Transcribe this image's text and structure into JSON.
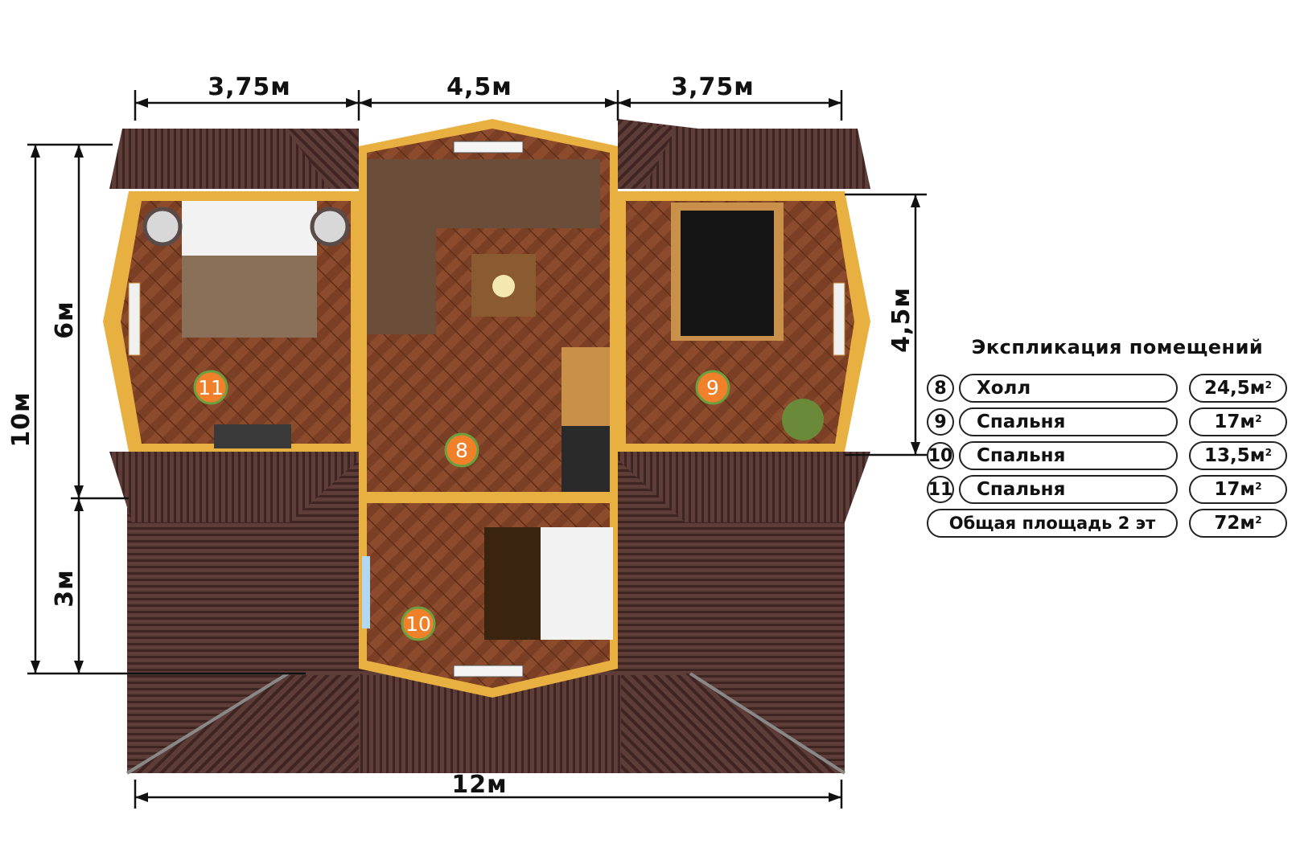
{
  "dimensions": {
    "top_left": "3,75м",
    "top_middle": "4,5м",
    "top_right": "3,75м",
    "bottom": "12м",
    "left_total": "10м",
    "left_upper": "6м",
    "left_lower": "3м",
    "right": "4,5м"
  },
  "room_badges": {
    "hall": "8",
    "bedroom_right": "9",
    "bedroom_bottom": "10",
    "bedroom_left": "11"
  },
  "legend": {
    "title": "Экспликация помещений",
    "rows": [
      {
        "num": "8",
        "name": "Холл",
        "area": "24,5м",
        "sup": "2"
      },
      {
        "num": "9",
        "name": "Спальня",
        "area": "17м",
        "sup": "2"
      },
      {
        "num": "10",
        "name": "Спальня",
        "area": "13,5м",
        "sup": "2"
      },
      {
        "num": "11",
        "name": "Спальня",
        "area": "17м",
        "sup": "2"
      }
    ],
    "total_name": "Общая площадь 2 эт",
    "total_area": "72м",
    "total_sup": "2"
  },
  "colors": {
    "roof": "#5a3a35",
    "floor": "#8a4a2a",
    "wall": "#e8b040",
    "badge": "#f0802a"
  }
}
